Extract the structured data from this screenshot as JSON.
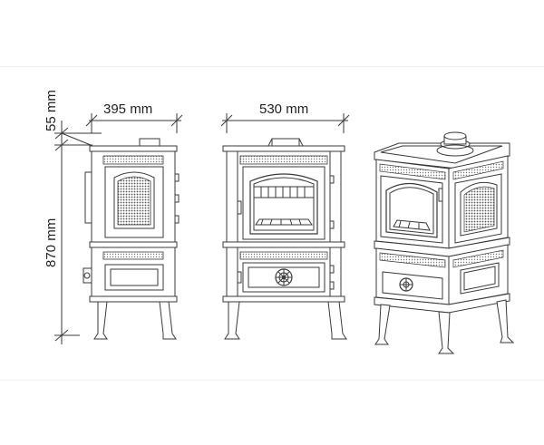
{
  "dimensions": {
    "width_side": "395 mm",
    "width_front": "530 mm",
    "height_top": "55 mm",
    "height_body": "870 mm"
  },
  "colors": {
    "line": "#3a3a3a",
    "background": "#ffffff"
  }
}
